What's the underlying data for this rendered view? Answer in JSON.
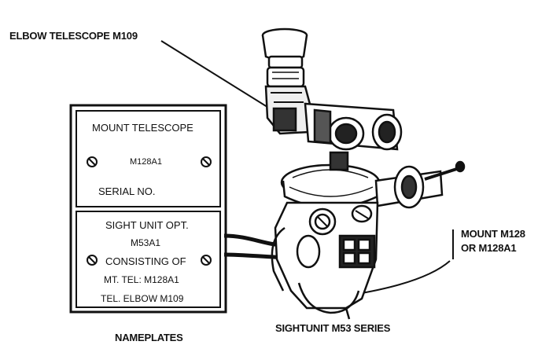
{
  "labels": {
    "elbow_telescope": "ELBOW TELESCOPE M109",
    "mount_line1": "MOUNT M128",
    "mount_line2": "OR M128A1",
    "sightunit": "SIGHTUNIT M53 SERIES",
    "nameplates": "NAMEPLATES"
  },
  "plate_top": {
    "line1": "MOUNT TELESCOPE",
    "line2": "M128A1",
    "line3": "SERIAL NO."
  },
  "plate_bottom": {
    "line1": "SIGHT UNIT OPT.",
    "line2": "M53A1",
    "line3": "CONSISTING OF",
    "line4": "MT. TEL: M128A1",
    "line5": "TEL. ELBOW M109"
  }
}
